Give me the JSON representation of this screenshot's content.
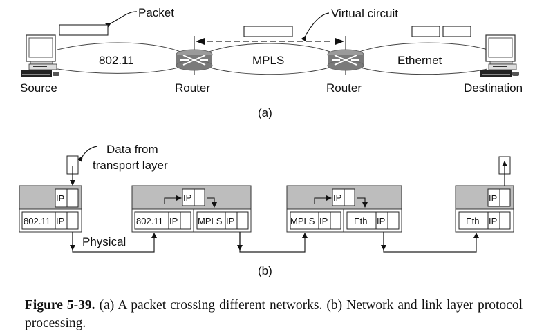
{
  "part_a": {
    "label": "(a)",
    "callouts": {
      "packet": "Packet",
      "virtual_circuit": "Virtual circuit"
    },
    "networks": [
      "802.11",
      "MPLS",
      "Ethernet"
    ],
    "nodes": [
      "Source",
      "Router",
      "Router",
      "Destination"
    ]
  },
  "part_b": {
    "label": "(b)",
    "callout_data": "Data from",
    "callout_data_line2": "transport layer",
    "physical_label": "Physical",
    "stack1": {
      "network": [
        "IP"
      ],
      "link": [
        "802.11",
        "IP"
      ]
    },
    "stack2": {
      "network": [
        "IP"
      ],
      "link_left": [
        "802.11",
        "IP"
      ],
      "link_right": [
        "MPLS",
        "IP"
      ]
    },
    "stack3": {
      "network": [
        "IP"
      ],
      "link_left": [
        "MPLS",
        "IP"
      ],
      "link_right": [
        "Eth",
        "IP"
      ]
    },
    "stack4": {
      "network": [
        "IP"
      ],
      "link": [
        "Eth",
        "IP"
      ]
    }
  },
  "caption": {
    "figure": "Figure 5-39.",
    "text": " (a) A packet crossing different networks. (b) Network and link layer protocol processing."
  },
  "colors": {
    "layer_gray": "#bdbdbd",
    "router_gray": "#7a7a7a",
    "line": "#222222"
  }
}
